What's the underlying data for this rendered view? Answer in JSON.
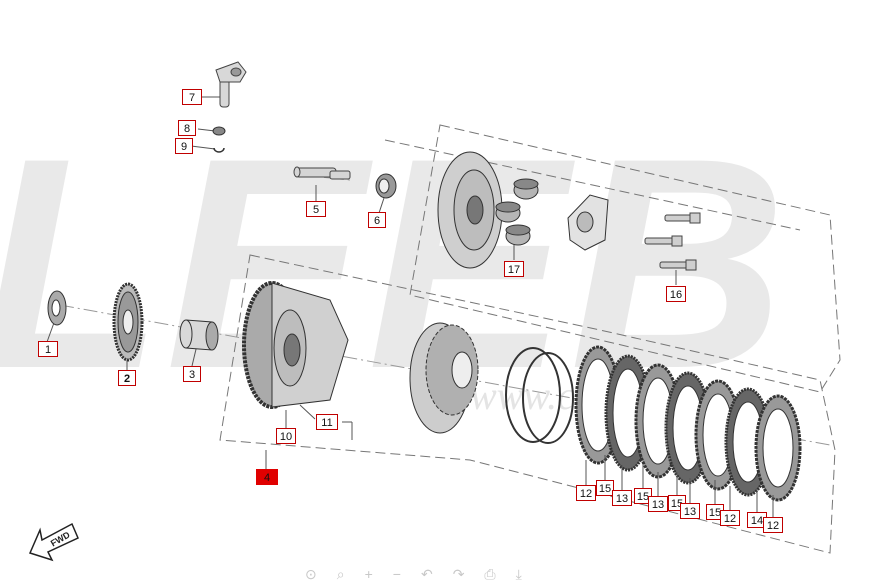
{
  "watermark": {
    "brand": "LEEB",
    "url": "www.cmsnl.com"
  },
  "direction_arrow": {
    "label": "FWD"
  },
  "callouts": [
    {
      "id": "7",
      "label": "7"
    },
    {
      "id": "8",
      "label": "8"
    },
    {
      "id": "9",
      "label": "9"
    },
    {
      "id": "5",
      "label": "5"
    },
    {
      "id": "6",
      "label": "6"
    },
    {
      "id": "17",
      "label": "17"
    },
    {
      "id": "16",
      "label": "16"
    },
    {
      "id": "1",
      "label": "1"
    },
    {
      "id": "2",
      "label": "2"
    },
    {
      "id": "3",
      "label": "3"
    },
    {
      "id": "11",
      "label": "11"
    },
    {
      "id": "10",
      "label": "10"
    },
    {
      "id": "4",
      "label": "4"
    },
    {
      "id": "12a",
      "label": "12"
    },
    {
      "id": "15a",
      "label": "15"
    },
    {
      "id": "13a",
      "label": "13"
    },
    {
      "id": "15b",
      "label": "15"
    },
    {
      "id": "13b",
      "label": "13"
    },
    {
      "id": "15c",
      "label": "15"
    },
    {
      "id": "13c",
      "label": "13"
    },
    {
      "id": "15d",
      "label": "15"
    },
    {
      "id": "12b",
      "label": "12"
    },
    {
      "id": "14",
      "label": "14"
    },
    {
      "id": "12c",
      "label": "12"
    }
  ],
  "toolbar": {
    "zoom_reset": "⊙",
    "magnify": "⌕",
    "zoom_in": "+",
    "zoom_out": "−",
    "rotate_left": "↶",
    "rotate_right": "↷",
    "print": "⎙",
    "download": "⤓"
  },
  "colors": {
    "callout_border": "#c00000",
    "callout_filled": "#e00000",
    "line": "#555555"
  }
}
